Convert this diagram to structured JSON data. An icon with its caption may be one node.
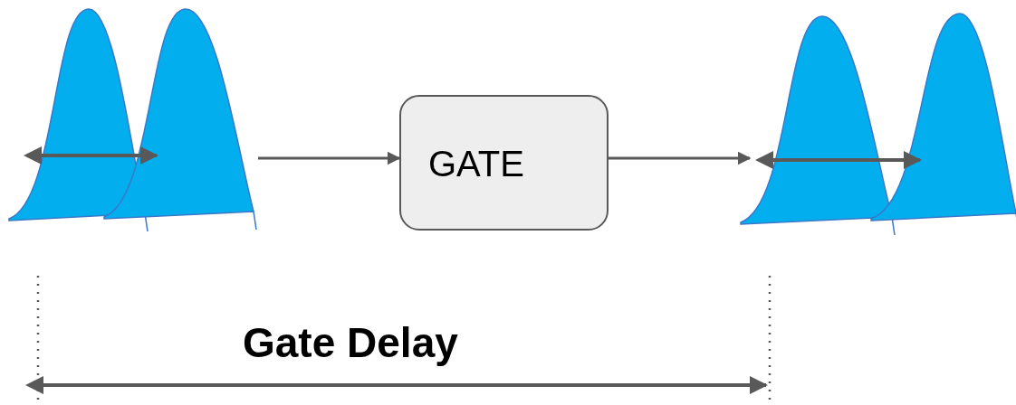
{
  "diagram": {
    "nodes": [
      {
        "text": [],
        "shape": "picture"
      },
      {
        "text": [
          "GATE"
        ]
      },
      {
        "text": [],
        "shape": "picture"
      }
    ],
    "edges": [
      {
        "from": 0,
        "to": 1,
        "arrow": "to"
      },
      {
        "from": 1,
        "to": 2,
        "arrow": "to"
      }
    ],
    "labels": [
      "Gate Delay"
    ]
  }
}
